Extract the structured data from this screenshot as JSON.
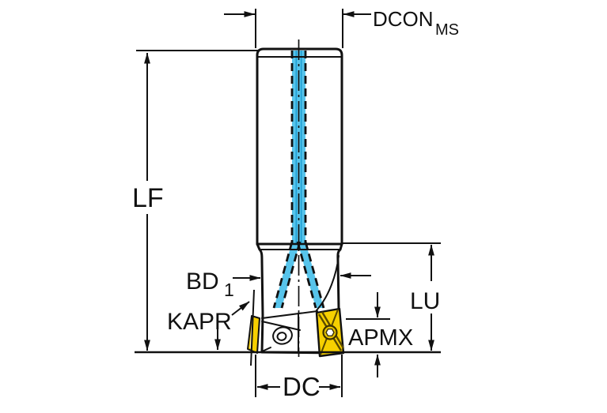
{
  "labels": {
    "dcon": "DCON",
    "dcon_sub": "MS",
    "lf": "LF",
    "bd": "BD",
    "bd_sub": "1",
    "kapr": "KAPR",
    "lu": "LU",
    "apmx": "APMX",
    "dc": "DC"
  },
  "colors": {
    "background": "#ffffff",
    "body": "#c2cad2",
    "outline": "#111111",
    "coolant": "#57c4eb",
    "coolant_inner": "#1f9fd4",
    "insert": "#f6d000",
    "insert_dark": "#5a4a00",
    "screw_face": "#e6c200",
    "screw_hole": "#ffffff"
  }
}
